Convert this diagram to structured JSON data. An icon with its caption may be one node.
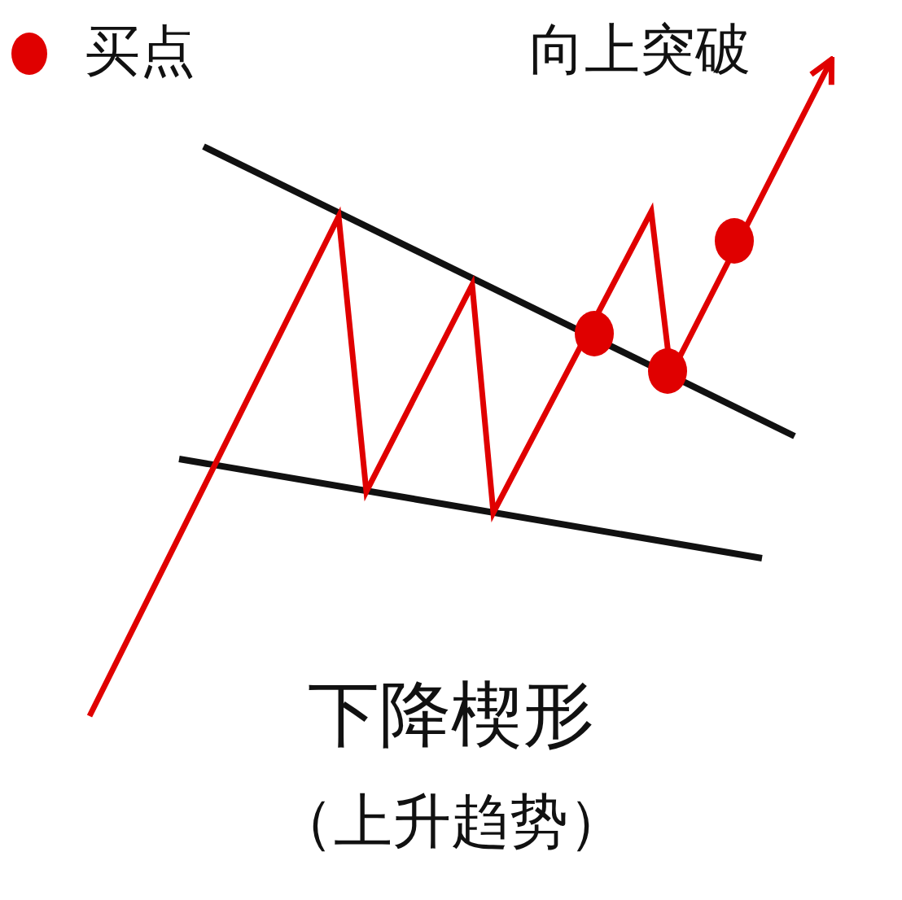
{
  "diagram": {
    "title": "下降楔形",
    "caption": "（上升趋势）",
    "labels": [
      "向上突破"
    ],
    "legend": [
      {
        "text": "买点",
        "color": "#e00000"
      }
    ]
  }
}
